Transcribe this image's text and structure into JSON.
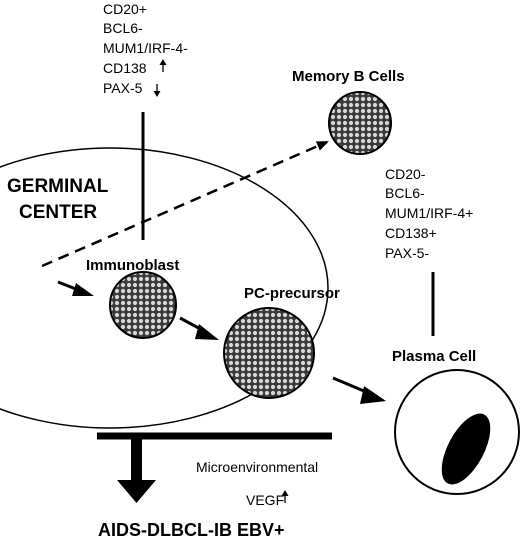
{
  "diagram": {
    "labels": {
      "germinal_center_line1": "GERMINAL",
      "germinal_center_line2": "CENTER",
      "immunoblast": "Immunoblast",
      "pc_precursor": "PC-precursor",
      "memory_b_cells": "Memory B Cells",
      "plasma_cell": "Plasma Cell",
      "microenvironmental": "Microenvironmental",
      "vegf": "VEGF",
      "outcome": "AIDS-DLBCL-IB EBV+"
    },
    "immunoblast_markers": [
      "CD20+",
      "BCL6-",
      "MUM1/IRF-4-",
      "CD138",
      "PAX-5"
    ],
    "plasma_cell_markers": [
      "CD20-",
      "BCL6-",
      "MUM1/IRF-4+",
      "CD138+",
      "PAX-5-"
    ],
    "arrows": {
      "cd138": "up",
      "pax5": "down",
      "vegf": "up"
    },
    "colors": {
      "line": "#000000",
      "cell_fill": "#3a3a3a",
      "cell_dot": "#d8d8d8",
      "background": "#ffffff"
    }
  }
}
